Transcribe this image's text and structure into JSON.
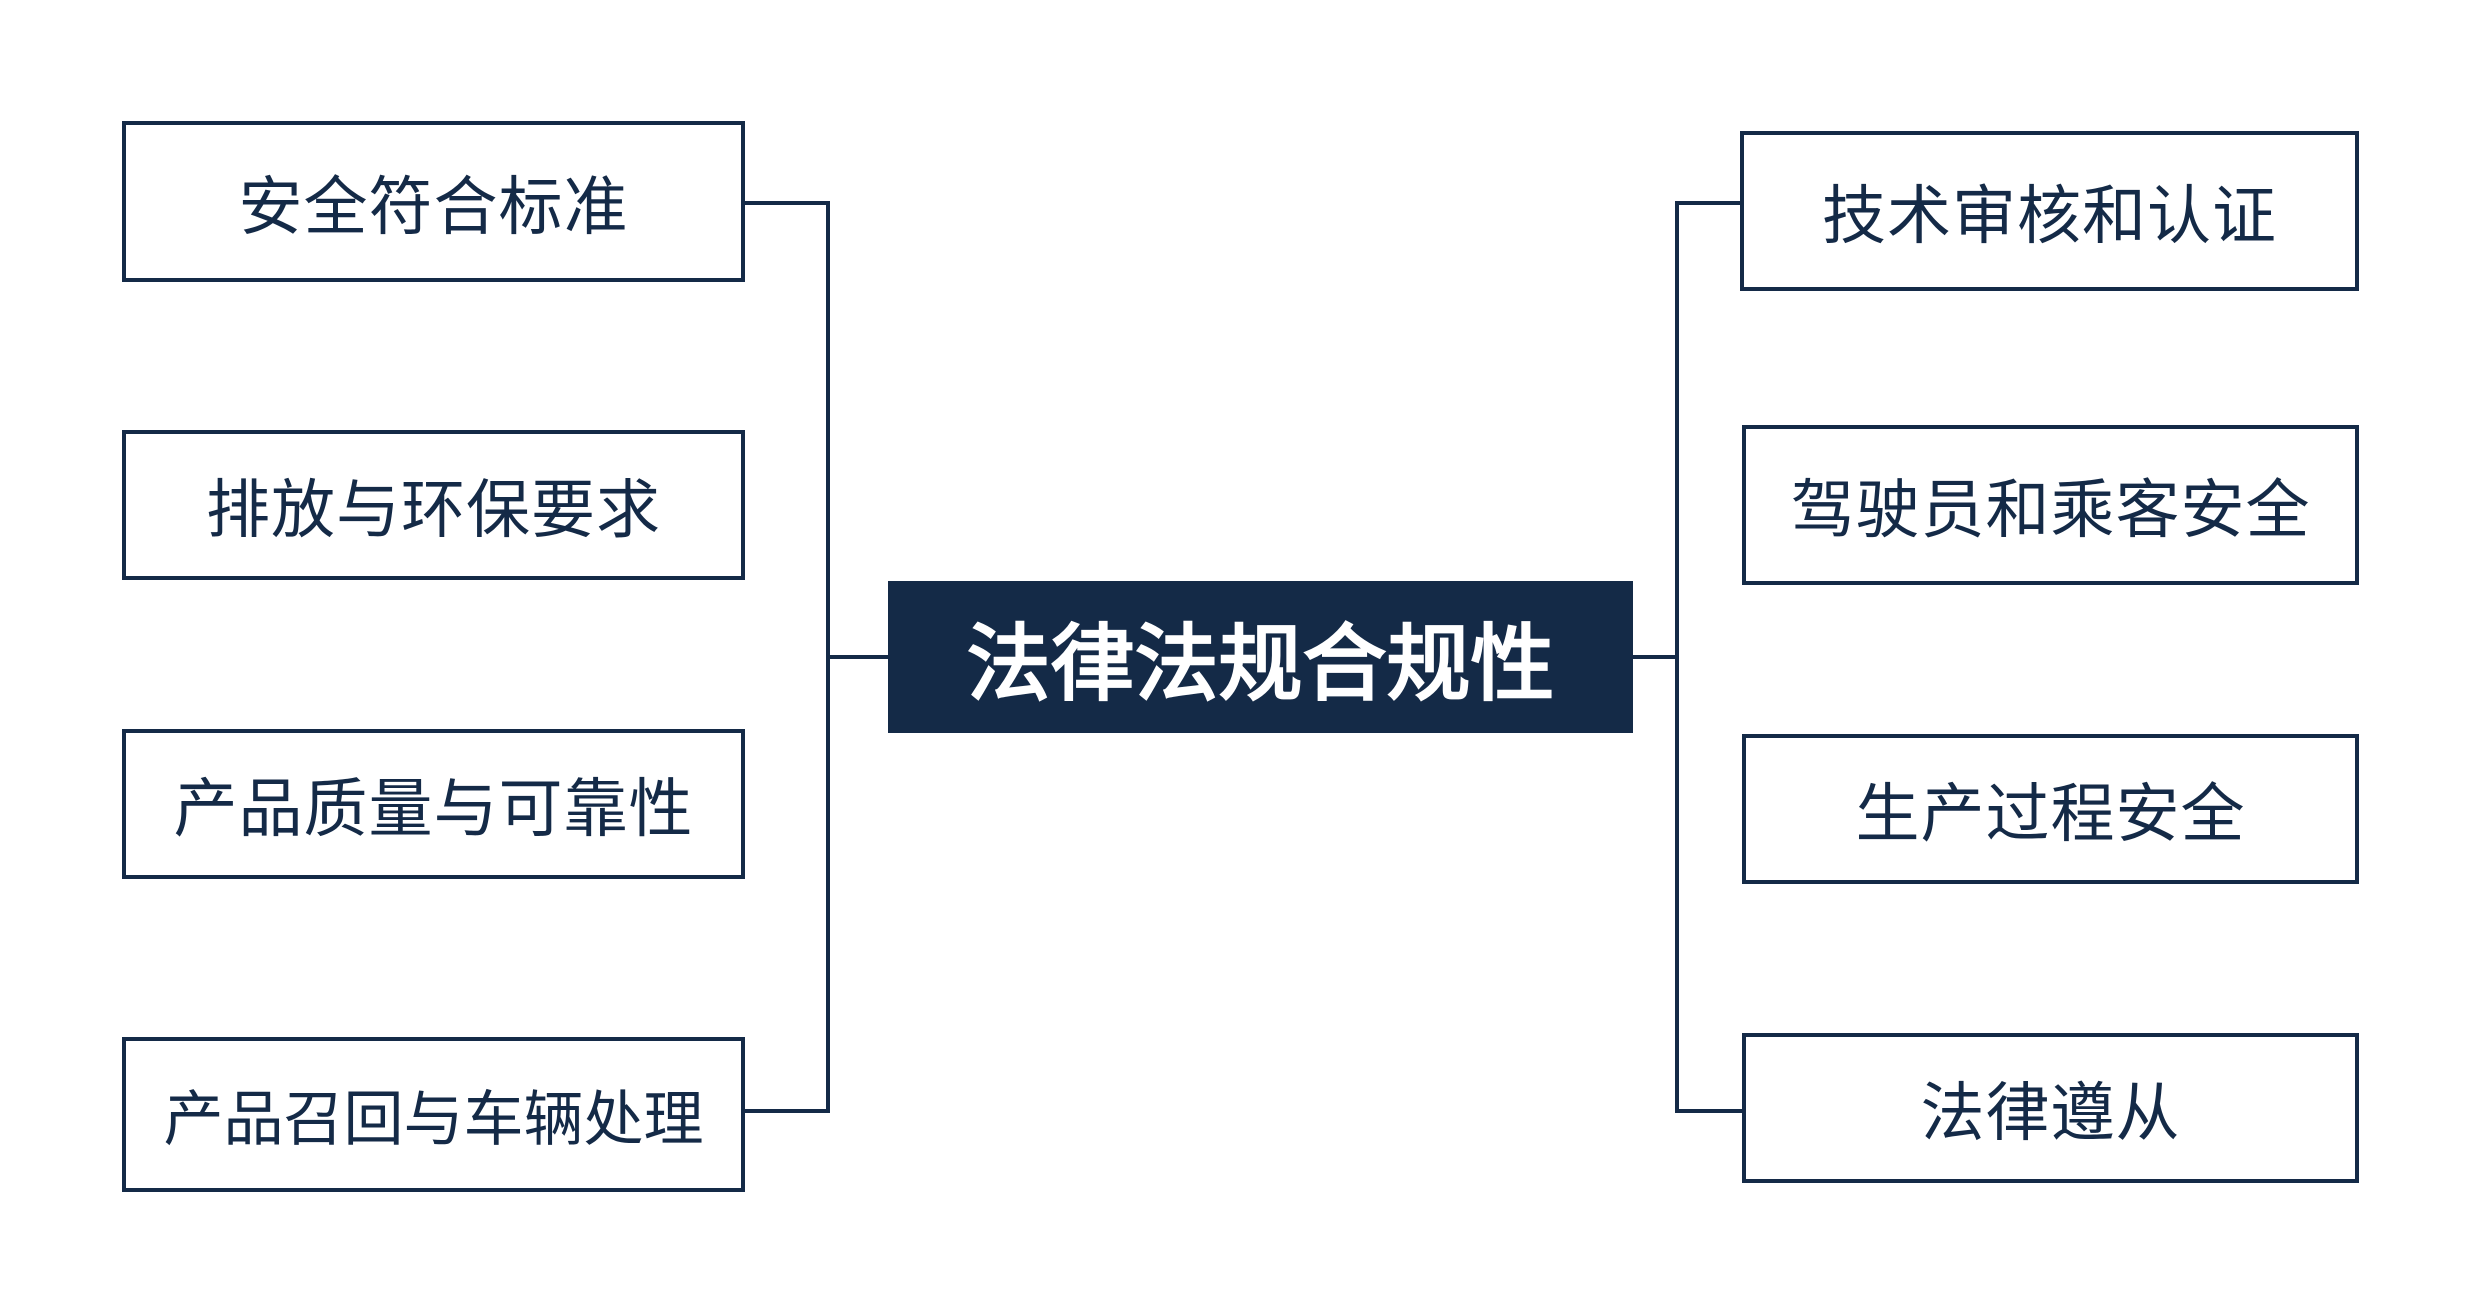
{
  "diagram": {
    "root": {
      "label": "法律法规合规性"
    },
    "left": [
      {
        "label": "安全符合标准"
      },
      {
        "label": "排放与环保要求"
      },
      {
        "label": "产品质量与可靠性"
      },
      {
        "label": "产品召回与车辆处理"
      }
    ],
    "right": [
      {
        "label": "技术审核和认证"
      },
      {
        "label": "驾驶员和乘客安全"
      },
      {
        "label": "生产过程安全"
      },
      {
        "label": "法律遵从"
      }
    ],
    "colors": {
      "line": "#142a47",
      "root_fill": "#142a47",
      "root_text": "#ffffff",
      "node_text": "#142a47"
    }
  }
}
